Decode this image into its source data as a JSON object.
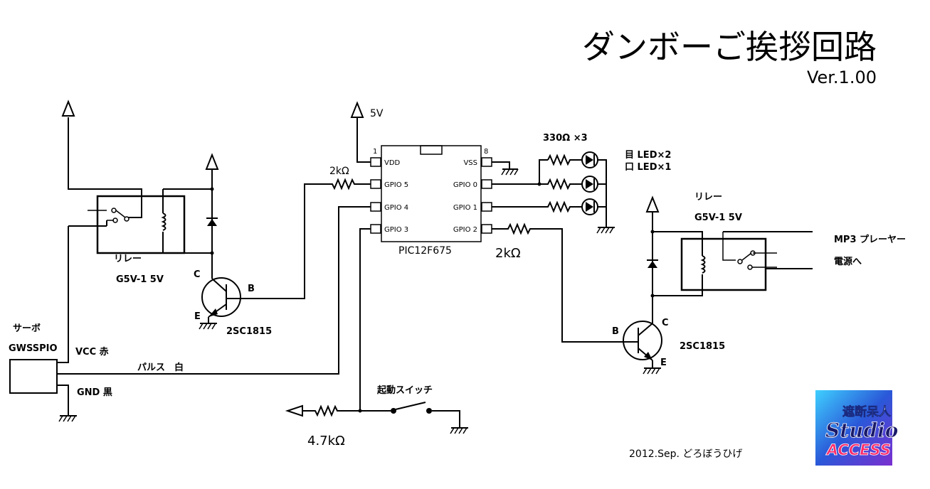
{
  "title": "ダンボーご挨拶回路",
  "version": "Ver.1.00",
  "power_label": "5V",
  "ic": {
    "name": "PIC12F675",
    "pin1_num": "1",
    "pin8_num": "8",
    "vdd": "VDD",
    "vss": "VSS",
    "gpio5": "GPIO 5",
    "gpio4": "GPIO 4",
    "gpio3": "GPIO 3",
    "gpio0": "GPIO 0",
    "gpio1": "GPIO 1",
    "gpio2": "GPIO 2"
  },
  "resistors": {
    "r_gpio5": "2kΩ",
    "r_leds": "330Ω ×3",
    "r_gpio2": "2kΩ",
    "r_pullup": "4.7kΩ"
  },
  "leds": {
    "eye": "目 LED×2",
    "mouth": "口 LED×1"
  },
  "relay_left": {
    "name": "リレー",
    "model": "G5V-1 5V"
  },
  "relay_right": {
    "name": "リレー",
    "model": "G5V-1 5V",
    "out1": "MP3 プレーヤー",
    "out2": "電源へ"
  },
  "transistor_left": {
    "part": "2SC1815",
    "c": "C",
    "b": "B",
    "e": "E"
  },
  "transistor_right": {
    "part": "2SC1815",
    "c": "C",
    "b": "B",
    "e": "E"
  },
  "servo": {
    "label": "サーボ",
    "model": "GWSSPIO",
    "vcc": "VCC 赤",
    "pulse": "パルス　白",
    "gnd": "GND 黒"
  },
  "switch_label": "起動スイッチ",
  "footer": "2012.Sep. どろぼうひげ",
  "logo": {
    "top": "遮断呆人",
    "middle": "Studio",
    "bottom": "ACCESS"
  }
}
